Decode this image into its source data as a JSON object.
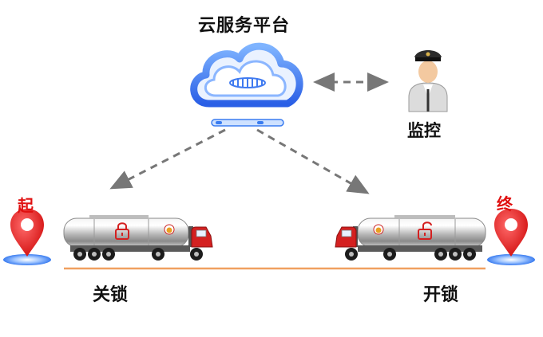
{
  "title": "云服务平台",
  "monitor_label": "监控",
  "start_marker": "起",
  "end_marker": "终",
  "left_truck_state": "关锁",
  "right_truck_state": "开锁",
  "colors": {
    "accent_blue": "#3a7cf0",
    "marker_red": "#e01010",
    "road_orange": "#f0a060",
    "arrow_gray": "#777777"
  },
  "icons": [
    "cloud-icon",
    "guard-icon",
    "location-pin-icon",
    "tanker-truck-icon",
    "padlock-closed-icon",
    "padlock-open-icon"
  ]
}
